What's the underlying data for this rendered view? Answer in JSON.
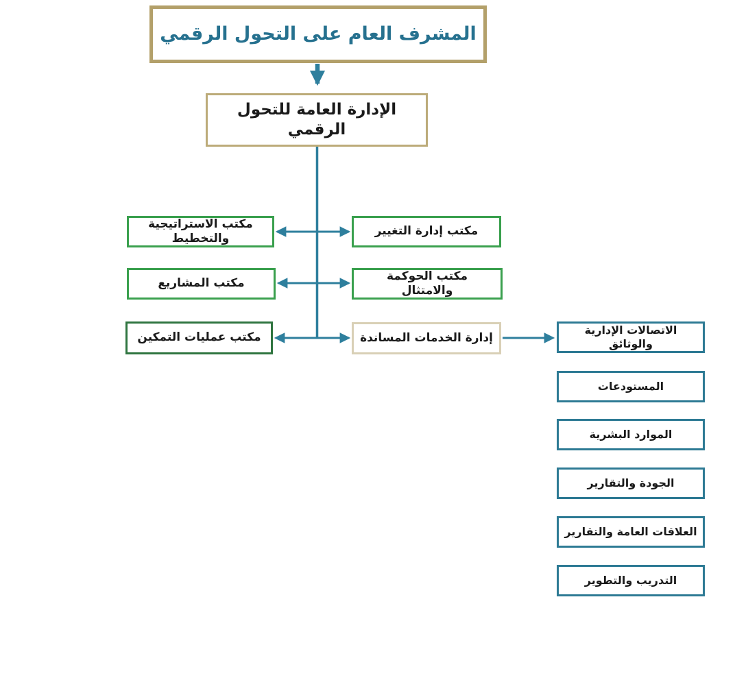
{
  "diagram": {
    "type": "org-chart",
    "direction": "rtl",
    "root": {
      "label": "المشرف العام على التحول الرقمي"
    },
    "general_directorate": {
      "label": "الإدارة العامة للتحول الرقمي"
    },
    "offices_left": [
      {
        "label": "مكتب الاستراتيجية والتخطيط"
      },
      {
        "label": "مكتب المشاريع"
      },
      {
        "label": "مكتب عمليات التمكين"
      }
    ],
    "offices_right": [
      {
        "label": "مكتب إدارة التغيير"
      },
      {
        "label": "مكتب الحوكمة والامتثال"
      },
      {
        "label": "إدارة الخدمات المساندة"
      }
    ],
    "support_units": [
      {
        "label": "الاتصالات الإدارية والوثائق"
      },
      {
        "label": "المستودعات"
      },
      {
        "label": "الموارد البشرية"
      },
      {
        "label": "الجودة والتقارير"
      },
      {
        "label": "العلاقات العامة والتقارير"
      },
      {
        "label": "التدريب والتطوير"
      }
    ],
    "edges": [
      {
        "from": "root",
        "to": "general_directorate",
        "style": "thick-arrow-down"
      },
      {
        "from": "spine",
        "to": "offices row 1",
        "style": "double-headed-arrow"
      },
      {
        "from": "spine",
        "to": "offices row 2",
        "style": "double-headed-arrow"
      },
      {
        "from": "spine",
        "to": "offices row 3",
        "style": "double-headed-arrow"
      },
      {
        "from": "إدارة الخدمات المساندة",
        "to": "الاتصالات الإدارية والوثائق",
        "style": "arrow-right"
      }
    ],
    "colors": {
      "connector_teal": "#2e7f9d",
      "border_tan": "#b3a06a",
      "border_tan_light": "#d9d0b6",
      "border_green": "#3aa04e",
      "border_green_dark": "#2f7540",
      "border_teal": "#2d7a94",
      "root_text": "#26718f",
      "body_text": "#1a1a1a",
      "background": "#ffffff"
    }
  }
}
